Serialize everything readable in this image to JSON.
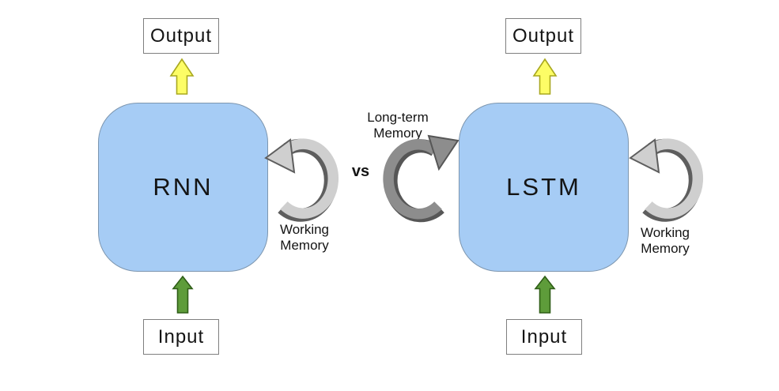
{
  "colors": {
    "node_fill": "#A6CCF5",
    "node_border": "#7D96AF",
    "io_box_border": "#7F7F7F",
    "text_color": "#141414",
    "yellow_fill": "#FDFD66",
    "yellow_border": "#A9A81F",
    "green_fill": "#5E9C3A",
    "green_border": "#2F5E17",
    "loop_light_fill": "#CFCFCF",
    "loop_light_border": "#5E5E5E",
    "loop_dark_fill": "#8D8D8D",
    "loop_dark_border": "#565656",
    "bg": "#FFFFFF"
  },
  "versus_label": "vs",
  "left_network": {
    "output_label": "Output",
    "node_label": "RNN",
    "input_label": "Input",
    "working_memory_label": "Working Memory"
  },
  "right_network": {
    "output_label": "Output",
    "node_label": "LSTM",
    "input_label": "Input",
    "working_memory_label": "Working Memory",
    "long_term_memory_label": "Long-term Memory"
  }
}
